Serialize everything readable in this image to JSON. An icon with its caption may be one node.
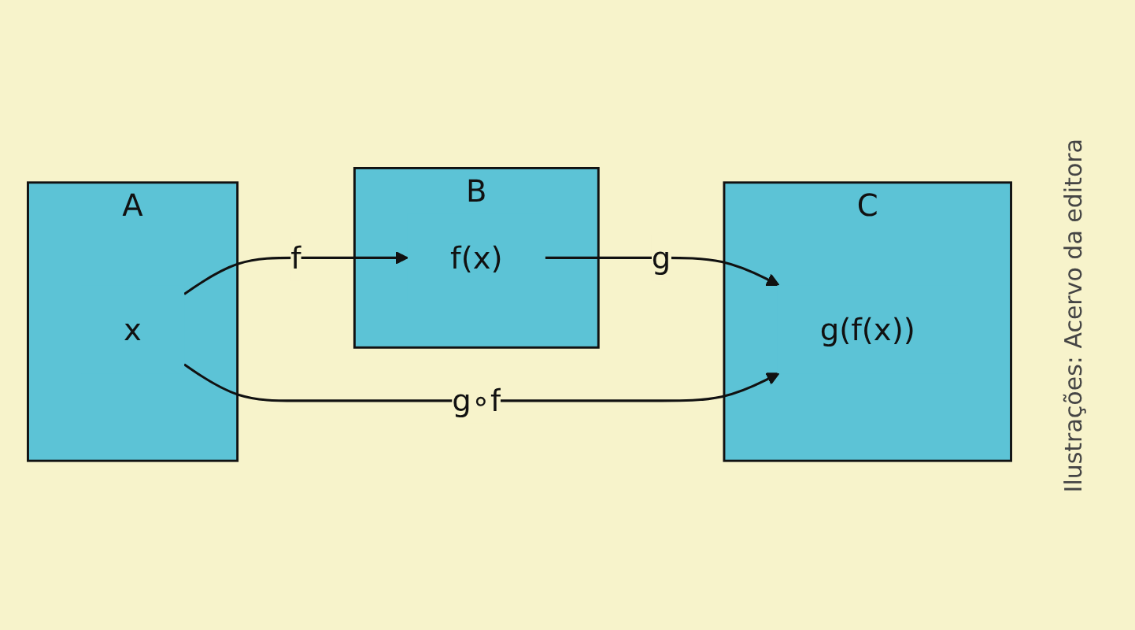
{
  "diagram": {
    "nodes": [
      {
        "text": [
          "A"
        ]
      },
      {
        "text": [
          "x"
        ],
        "in": 0
      },
      {
        "text": [
          "B"
        ]
      },
      {
        "text": [
          "f(x)"
        ],
        "in": 2
      },
      {
        "text": [
          "C"
        ]
      },
      {
        "text": [
          "g(f(x))"
        ],
        "in": 4
      }
    ],
    "edges": [
      {
        "from": 1,
        "to": 3,
        "label": "f",
        "arrow": "to"
      },
      {
        "from": 3,
        "to": 5,
        "label": "g",
        "arrow": "to"
      },
      {
        "from": 1,
        "to": 5,
        "label": "g∘f",
        "arrow": "to"
      }
    ],
    "labels": [
      "Ilustrações: Acervo da editora"
    ]
  }
}
